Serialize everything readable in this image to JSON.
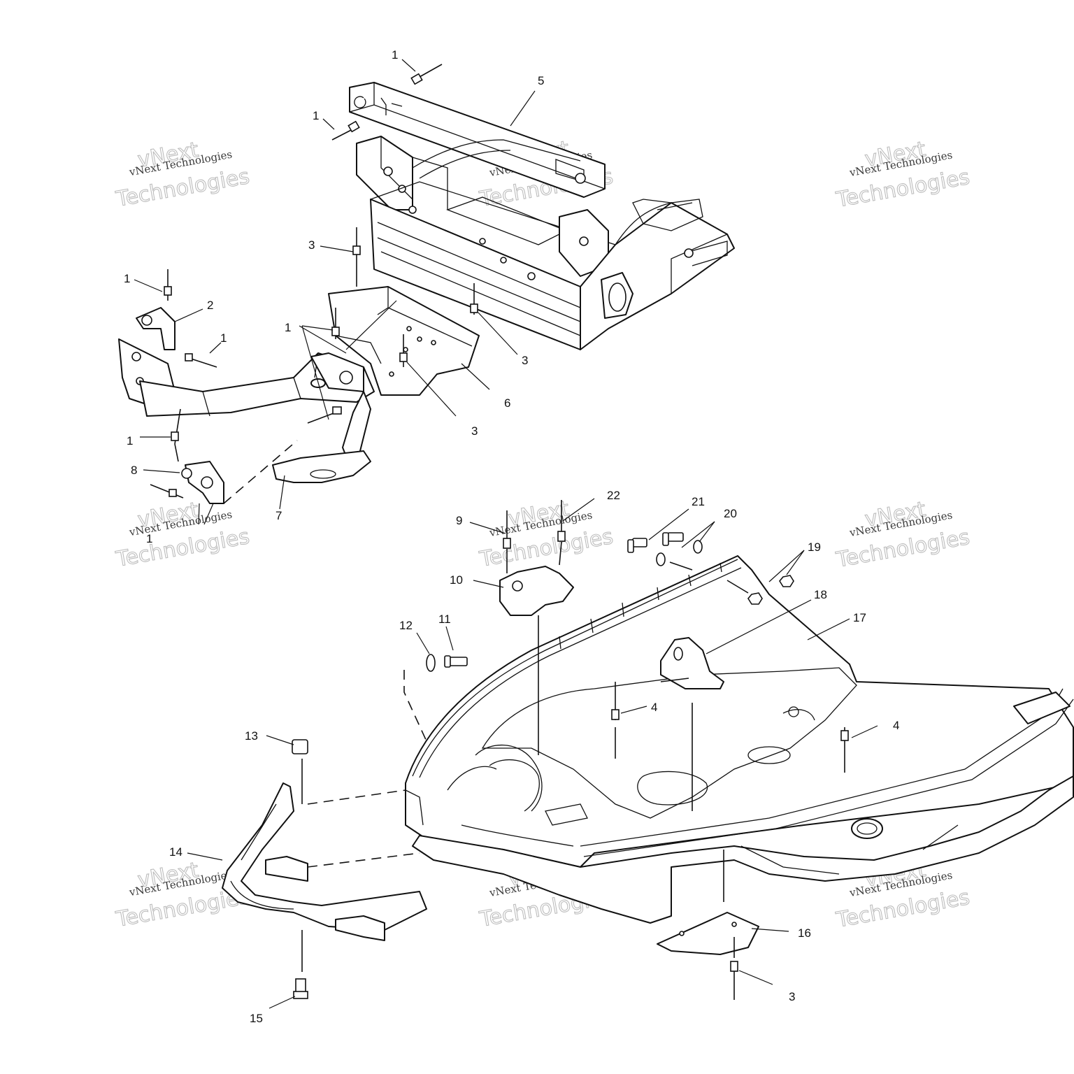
{
  "diagram": {
    "callouts": [
      {
        "id": "c1-top",
        "label": "1"
      },
      {
        "id": "c5",
        "label": "5"
      },
      {
        "id": "c1-upper",
        "label": "1"
      },
      {
        "id": "c3-a",
        "label": "3"
      },
      {
        "id": "c1-left",
        "label": "1"
      },
      {
        "id": "c2",
        "label": "2"
      },
      {
        "id": "c1-bolt",
        "label": "1"
      },
      {
        "id": "c1-mid",
        "label": "1"
      },
      {
        "id": "c3-b",
        "label": "3"
      },
      {
        "id": "c6",
        "label": "6"
      },
      {
        "id": "c3-c",
        "label": "3"
      },
      {
        "id": "c1-lower",
        "label": "1"
      },
      {
        "id": "c8",
        "label": "8"
      },
      {
        "id": "c7",
        "label": "7"
      },
      {
        "id": "c1-bottom",
        "label": "1"
      },
      {
        "id": "c22",
        "label": "22"
      },
      {
        "id": "c21",
        "label": "21"
      },
      {
        "id": "c9",
        "label": "9"
      },
      {
        "id": "c20",
        "label": "20"
      },
      {
        "id": "c19",
        "label": "19"
      },
      {
        "id": "c10",
        "label": "10"
      },
      {
        "id": "c18",
        "label": "18"
      },
      {
        "id": "c17",
        "label": "17"
      },
      {
        "id": "c12",
        "label": "12"
      },
      {
        "id": "c11",
        "label": "11"
      },
      {
        "id": "c4-a",
        "label": "4"
      },
      {
        "id": "c4-b",
        "label": "4"
      },
      {
        "id": "c13",
        "label": "13"
      },
      {
        "id": "c14",
        "label": "14"
      },
      {
        "id": "c16",
        "label": "16"
      },
      {
        "id": "c3-d",
        "label": "3"
      },
      {
        "id": "c15",
        "label": "15"
      }
    ]
  },
  "watermark": {
    "line1": "vNext",
    "line2": "vNext Technologies",
    "line3": "Technologies"
  }
}
